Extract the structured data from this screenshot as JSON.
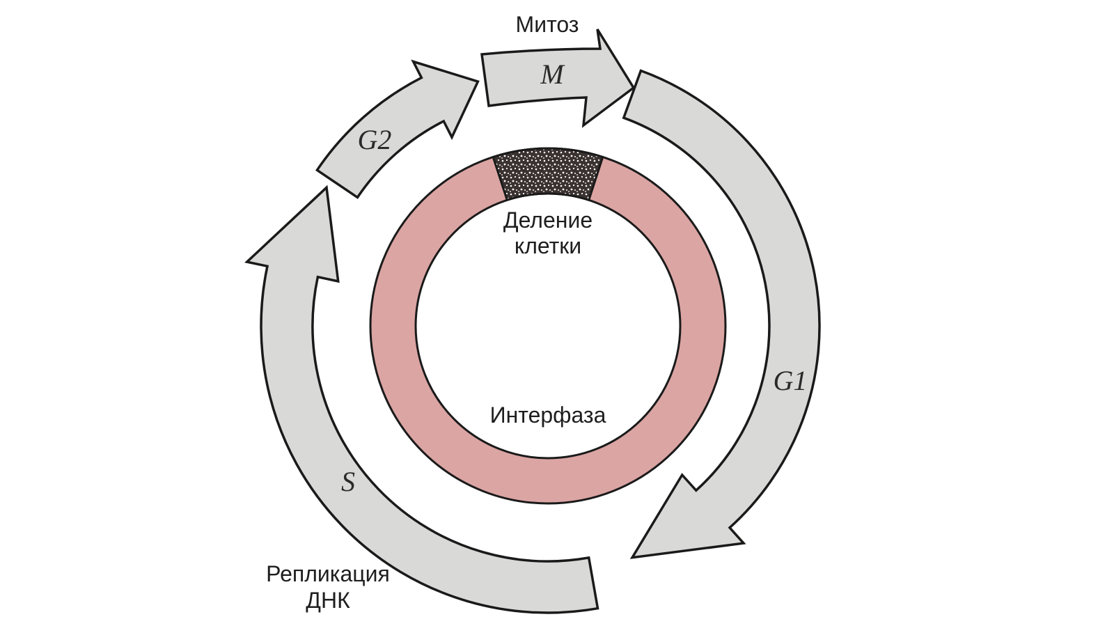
{
  "diagram": {
    "labels": {
      "mitosis": "Митоз",
      "cell_division_line1": "Деление",
      "cell_division_line2": "клетки",
      "interphase": "Интерфаза",
      "dna_replication_line1": "Репликация",
      "dna_replication_line2": "ДНК"
    },
    "phases": {
      "m": "M",
      "g1": "G1",
      "s": "S",
      "g2": "G2"
    },
    "colors": {
      "arrow_fill": "#d9d9d7",
      "outline": "#1a1a1a",
      "interphase_ring": "#dba5a3",
      "division_segment": "#3a3230",
      "background": "#ffffff"
    }
  }
}
